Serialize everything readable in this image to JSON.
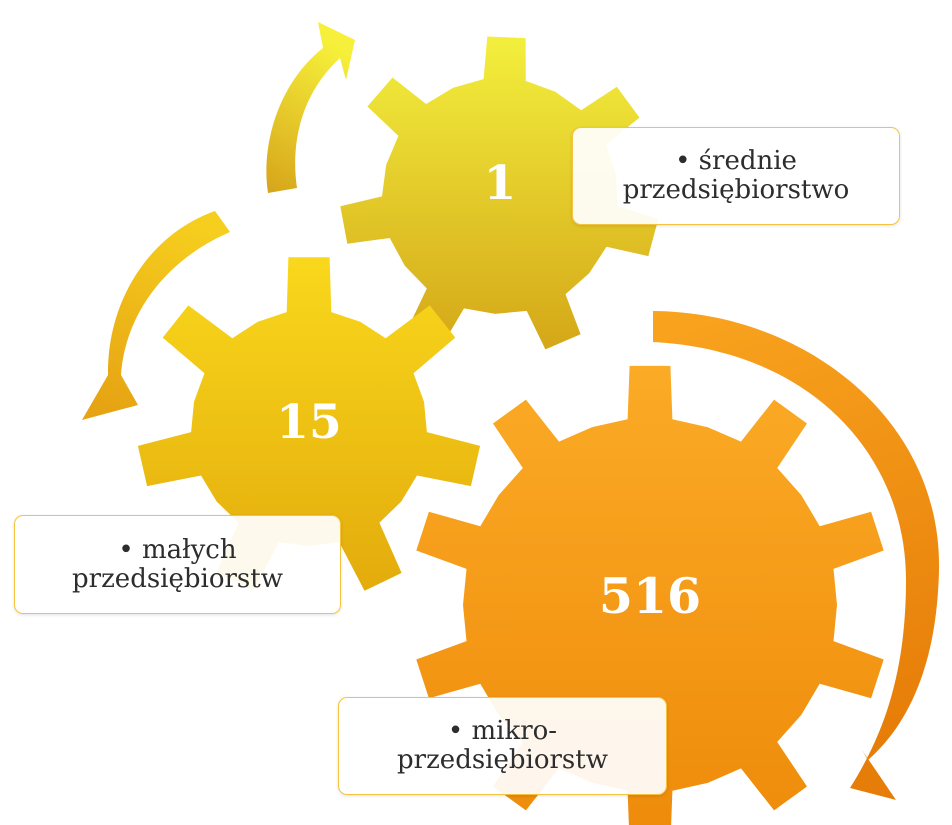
{
  "gears": [
    {
      "id": "medium",
      "value": "1",
      "label_line1": "średnie",
      "label_line2": "przedsiębiorstwo"
    },
    {
      "id": "small",
      "value": "15",
      "label_line1": "małych",
      "label_line2": "przedsiębiorstw"
    },
    {
      "id": "micro",
      "value": "516",
      "label_line1": "mikro-",
      "label_line2": "przedsiębiorstw"
    }
  ],
  "colors": {
    "gear_medium": [
      "#f2ee3a",
      "#d2a716"
    ],
    "gear_small": [
      "#f7d417",
      "#e0ab0b"
    ],
    "gear_micro": [
      "#f9a521",
      "#f08b0b"
    ],
    "label_border": "#f5c340"
  }
}
